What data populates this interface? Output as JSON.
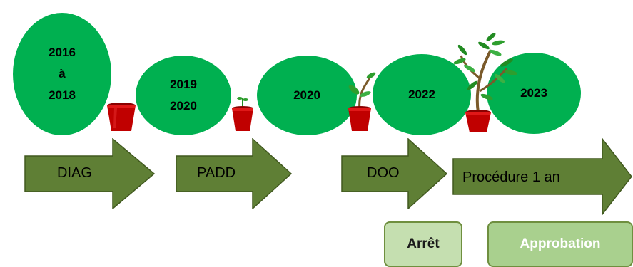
{
  "milestones": [
    {
      "lines": [
        "2016",
        "à",
        "2018"
      ]
    },
    {
      "lines": [
        "2019",
        "2020"
      ]
    },
    {
      "lines": [
        "2020"
      ]
    },
    {
      "lines": [
        "2022"
      ]
    },
    {
      "lines": [
        "2023"
      ]
    }
  ],
  "phases": [
    {
      "label": "DIAG"
    },
    {
      "label": "PADD"
    },
    {
      "label": "DOO"
    },
    {
      "label": "Procédure 1 an"
    }
  ],
  "steps": [
    {
      "label": "Arrêt"
    },
    {
      "label": "Approbation"
    }
  ],
  "colors": {
    "circle": "#00b050",
    "arrow": "#5f7f35",
    "arrow_border": "#41591f",
    "step_border": "#6f8f3f",
    "step_fill_1": "#c5dfb0",
    "step_fill_2": "#a9d08e",
    "step_text_1": "#1a1a1a",
    "step_text_2": "#ffffff",
    "pot": "#c00000",
    "plant": "#228b22"
  }
}
